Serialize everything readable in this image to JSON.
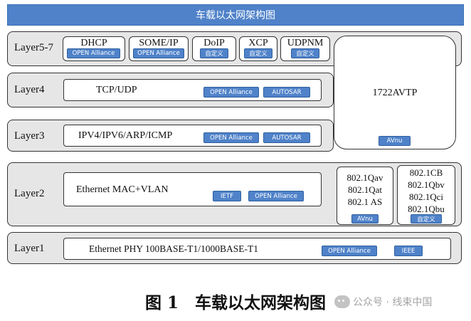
{
  "title": "车载以太网架构图",
  "caption": "图 1　车载以太网架构图",
  "watermark": "公众号 · 线束中国",
  "layers": {
    "l57": "Layer5-7",
    "l4": "Layer4",
    "l3": "Layer3",
    "l2": "Layer2",
    "l1": "Layer1"
  },
  "layer57": {
    "dhcp": "DHCP",
    "dhcp_badge": "OPEN Alliance",
    "someip": "SOME/IP",
    "someip_badge": "OPEN Alliance",
    "doip": "DoIP",
    "doip_badge": "自定义",
    "xcp": "XCP",
    "xcp_badge": "自定义",
    "udpnm": "UDPNM",
    "udpnm_badge": "自定义"
  },
  "avtp": {
    "name": "1722AVTP",
    "badge": "AVnu"
  },
  "layer4": {
    "text": "TCP/UDP",
    "badge1": "OPEN Alliance",
    "badge2": "AUTOSAR"
  },
  "layer3": {
    "text": "IPV4/IPV6/ARP/ICMP",
    "badge1": "OPEN Alliance",
    "badge2": "AUTOSAR"
  },
  "layer2": {
    "text": "Ethernet MAC+VLAN",
    "badge1": "IETF",
    "badge2": "OPEN Alliance",
    "avnu_stack": {
      "line1": "802.1Qav",
      "line2": "802.1Qat",
      "line3": "802.1 AS",
      "badge": "AVnu"
    },
    "tsn_stack": {
      "line1": "802.1CB",
      "line2": "802.1Qbv",
      "line3": "802.1Qci",
      "line4": "802.1Qbu",
      "badge": "自定义"
    }
  },
  "layer1": {
    "text": "Ethernet PHY 100BASE-T1/1000BASE-T1",
    "badge1": "OPEN Alliance",
    "badge2": "IEEE"
  }
}
